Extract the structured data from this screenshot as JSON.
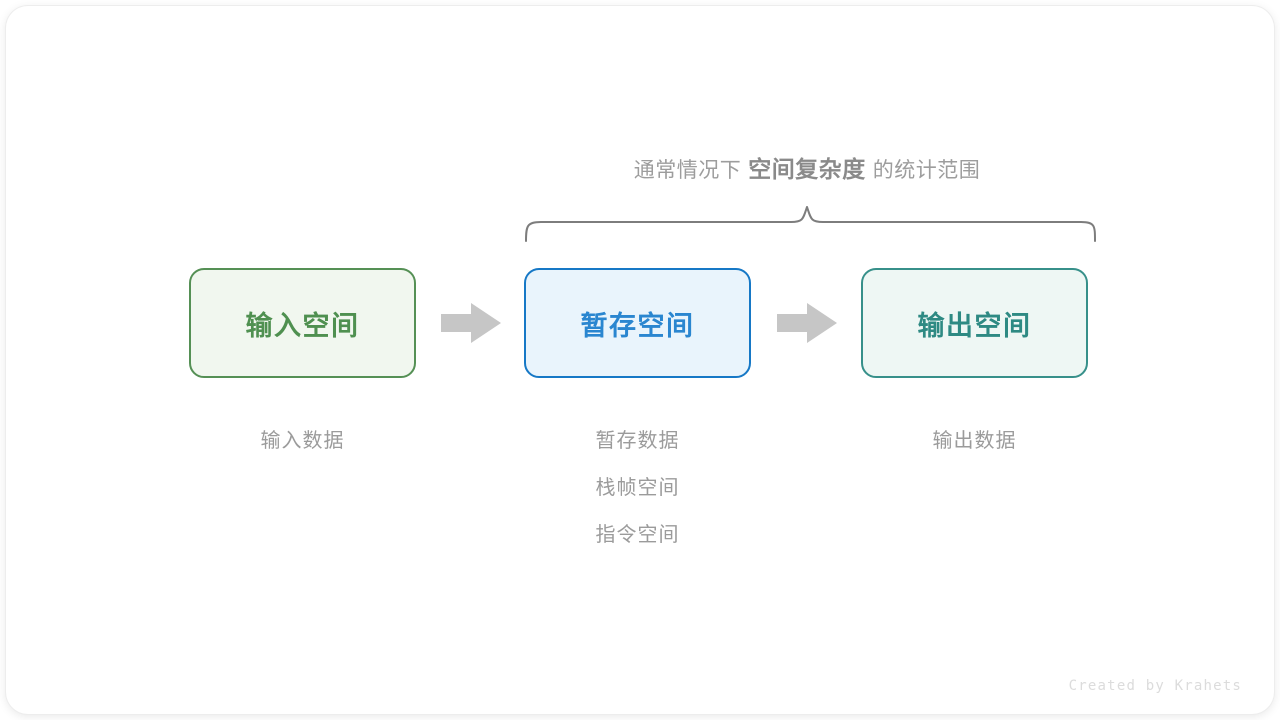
{
  "meta": {
    "watermark": "Created by Krahets"
  },
  "scope_label": {
    "prefix": "通常情况下",
    "emphasis": "空间复杂度",
    "suffix": "的统计范围"
  },
  "flow": {
    "arrow_1_name": "arrow-input-to-temp",
    "arrow_2_name": "arrow-temp-to-output",
    "stages": [
      {
        "id": "input",
        "box_label": "输入空间",
        "border_color": "#559055",
        "fill_color": "#f1f7ef",
        "text_color": "#4f9050",
        "captions": [
          "输入数据"
        ]
      },
      {
        "id": "temp",
        "box_label": "暂存空间",
        "border_color": "#1678c6",
        "fill_color": "#e9f4fc",
        "text_color": "#2a86d0",
        "captions": [
          "暂存数据",
          "栈帧空间",
          "指令空间"
        ]
      },
      {
        "id": "output",
        "box_label": "输出空间",
        "border_color": "#37908a",
        "fill_color": "#eef7f4",
        "text_color": "#2e8a83",
        "captions": [
          "输出数据"
        ]
      }
    ]
  },
  "colors": {
    "brace_stroke": "#7d7d7d",
    "arrow_fill": "#c6c6c6",
    "caption_text": "#9b9b9b",
    "title_text": "#9d9d9d",
    "title_emphasis": "#8a8a8a",
    "card_background": "#ffffff"
  }
}
